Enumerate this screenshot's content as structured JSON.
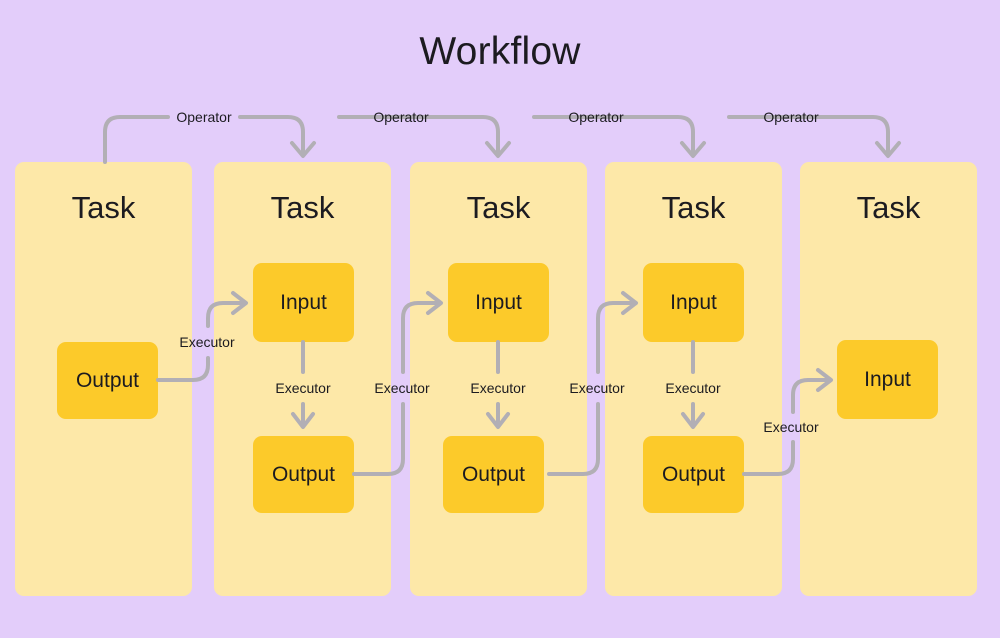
{
  "diagram": {
    "title": "Workflow",
    "background_color": "#e3cdfa",
    "task_color": "#fde8a8",
    "node_color": "#fcca2a",
    "edge_color": "#b2afb5",
    "text_color": "#1c1b20"
  },
  "tasks": [
    {
      "label": "Task",
      "nodes": [
        {
          "type": "output",
          "label": "Output"
        }
      ]
    },
    {
      "label": "Task",
      "nodes": [
        {
          "type": "input",
          "label": "Input"
        },
        {
          "type": "output",
          "label": "Output"
        }
      ]
    },
    {
      "label": "Task",
      "nodes": [
        {
          "type": "input",
          "label": "Input"
        },
        {
          "type": "output",
          "label": "Output"
        }
      ]
    },
    {
      "label": "Task",
      "nodes": [
        {
          "type": "input",
          "label": "Input"
        },
        {
          "type": "output",
          "label": "Output"
        }
      ]
    },
    {
      "label": "Task",
      "nodes": [
        {
          "type": "input",
          "label": "Input"
        }
      ]
    }
  ],
  "operator_labels": [
    "Operator",
    "Operator",
    "Operator",
    "Operator"
  ],
  "executor_labels_vertical": [
    "Executor",
    "Executor",
    "Executor"
  ],
  "executor_labels_between": [
    "Executor",
    "Executor",
    "Executor",
    "Executor"
  ]
}
